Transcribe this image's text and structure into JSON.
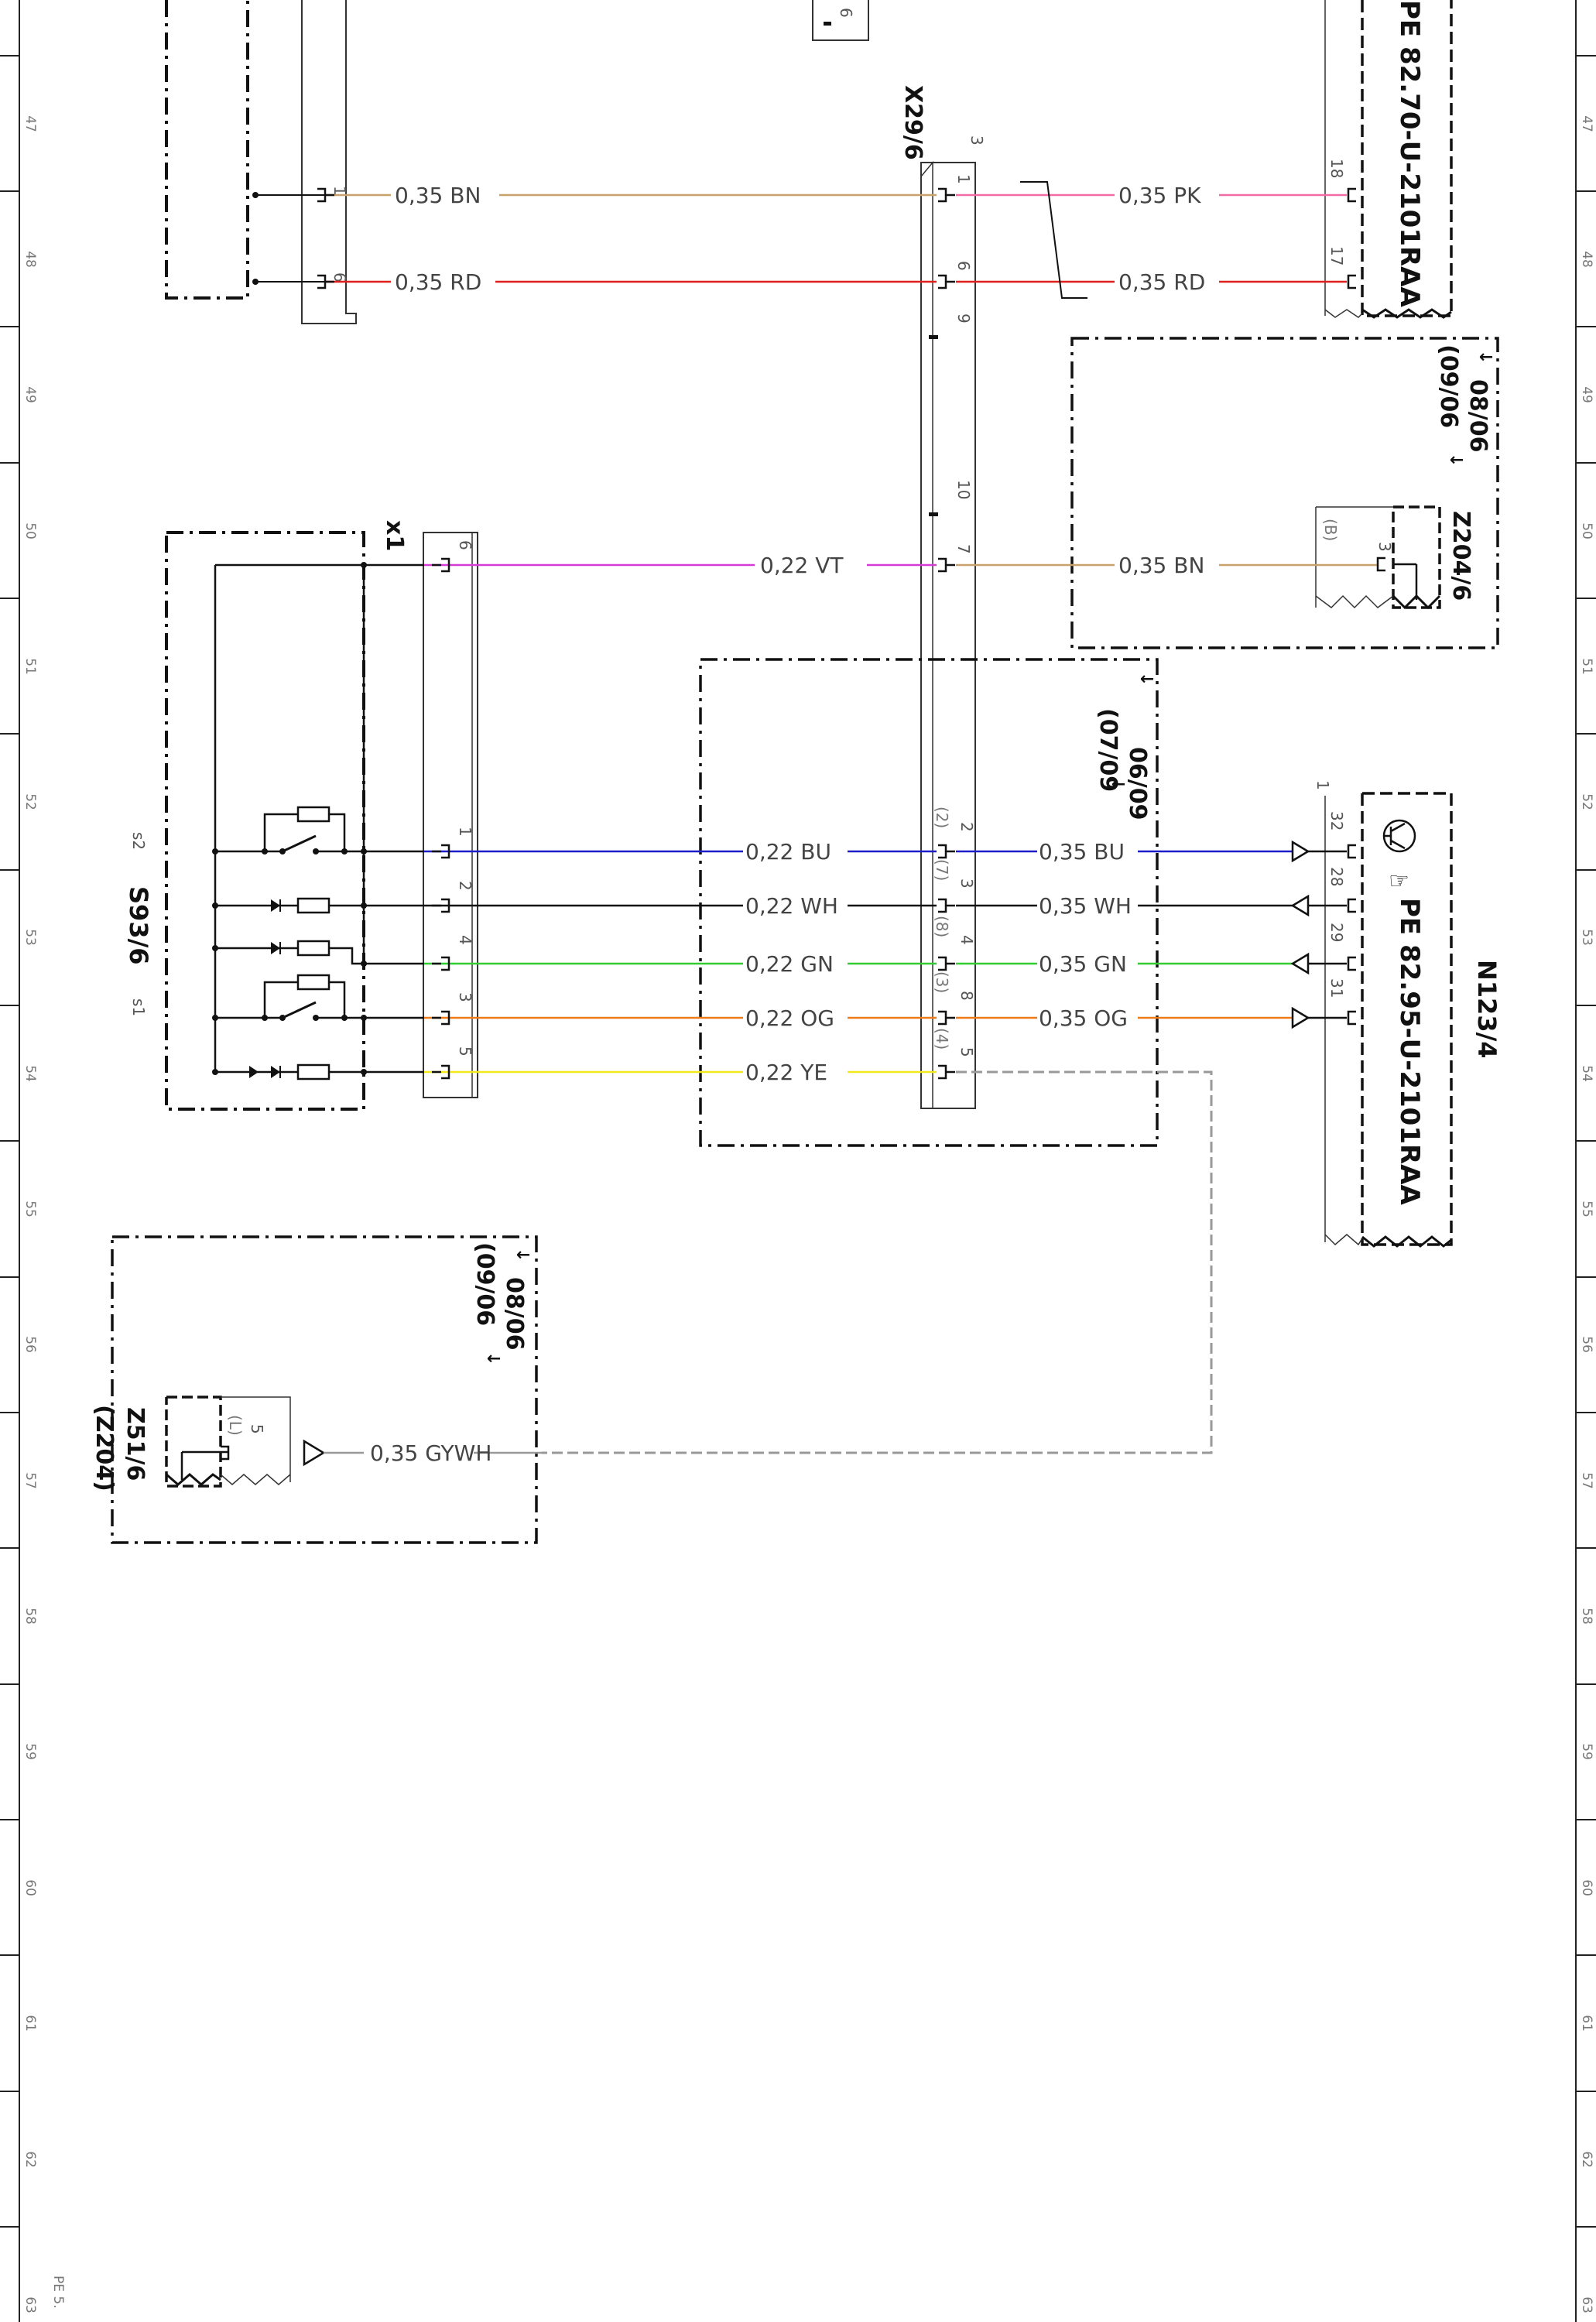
{
  "row_numbers": [
    "47",
    "48",
    "49",
    "50",
    "51",
    "52",
    "53",
    "54",
    "55",
    "56",
    "57",
    "58",
    "59",
    "60",
    "61",
    "62",
    "63"
  ],
  "page_ref": "PE 5.",
  "components": {
    "x29": "X29/6",
    "x29_pin_top": "3",
    "x1": "x1",
    "s93": "S93/6",
    "s93_s2": "s2",
    "s93_s1": "s1",
    "n123": "N123/4",
    "n123_pin1": "1",
    "n123_ref": "PE 82.95-U-2101RAA",
    "pe8270": "PE 82.70-U-2101RAA",
    "z204": "Z204/6",
    "z204_pin": "(B)",
    "z51": "Z51/6",
    "z51_sub": "(Z204)",
    "z51_pin": "(L)"
  },
  "dates": {
    "box_z204_a": "08/06",
    "box_z204_b": "(09/06",
    "box_mid_a": "06/09",
    "box_mid_b": "(07/09",
    "box_z51_a": "08/06",
    "box_z51_b": "(09/06"
  },
  "wires": {
    "w47_left": "0,35 BN",
    "w47_right": "0,35 PK",
    "w48_left": "0,35 RD",
    "w48_right": "0,35 RD",
    "w50_left": "0,22 VT",
    "w50_right": "0,35 BN",
    "w52_left": "0,22 BU",
    "w52_right": "0,35 BU",
    "w53a_left": "0,22 WH",
    "w53a_right": "0,35 WH",
    "w53b_left": "0,22 GN",
    "w53b_right": "0,35 GN",
    "w53c_left": "0,22 OG",
    "w53c_right": "0,35 OG",
    "w54_left": "0,22 YE",
    "w57": "0,35 GYWH"
  },
  "pins": {
    "left_conn_1": "1",
    "left_conn_6": "6",
    "x29_1": "1",
    "x29_6": "6",
    "x29_9": "9",
    "x29_10": "10",
    "x29_7": "7",
    "x29_2": "2",
    "x29_3": "3",
    "x29_4": "4",
    "x29_8": "8",
    "x29_5": "5",
    "x29_p2": "(2)",
    "x29_p7": "(7)",
    "x29_p8": "(8)",
    "x29_p3": "(3)",
    "x29_p4": "(4)",
    "x1_6": "6",
    "x1_1": "1",
    "x1_2": "2",
    "x1_4": "4",
    "x1_3": "3",
    "x1_5": "5",
    "pe8270_18": "18",
    "pe8270_17": "17",
    "n123_32": "32",
    "n123_28": "28",
    "n123_29": "29",
    "n123_31": "31",
    "z204_3": "3",
    "z51_5": "5",
    "top_conn_6": "6"
  },
  "colors": {
    "BN": "#c8a26a",
    "PK": "#f26aa6",
    "RD": "#e0201c",
    "VT": "#d63ad6",
    "BU": "#1c1cc8",
    "WH": "#111111",
    "GN": "#33cc33",
    "OG": "#ee7a1a",
    "YE": "#f2e81a",
    "GYWH": "#999999"
  }
}
